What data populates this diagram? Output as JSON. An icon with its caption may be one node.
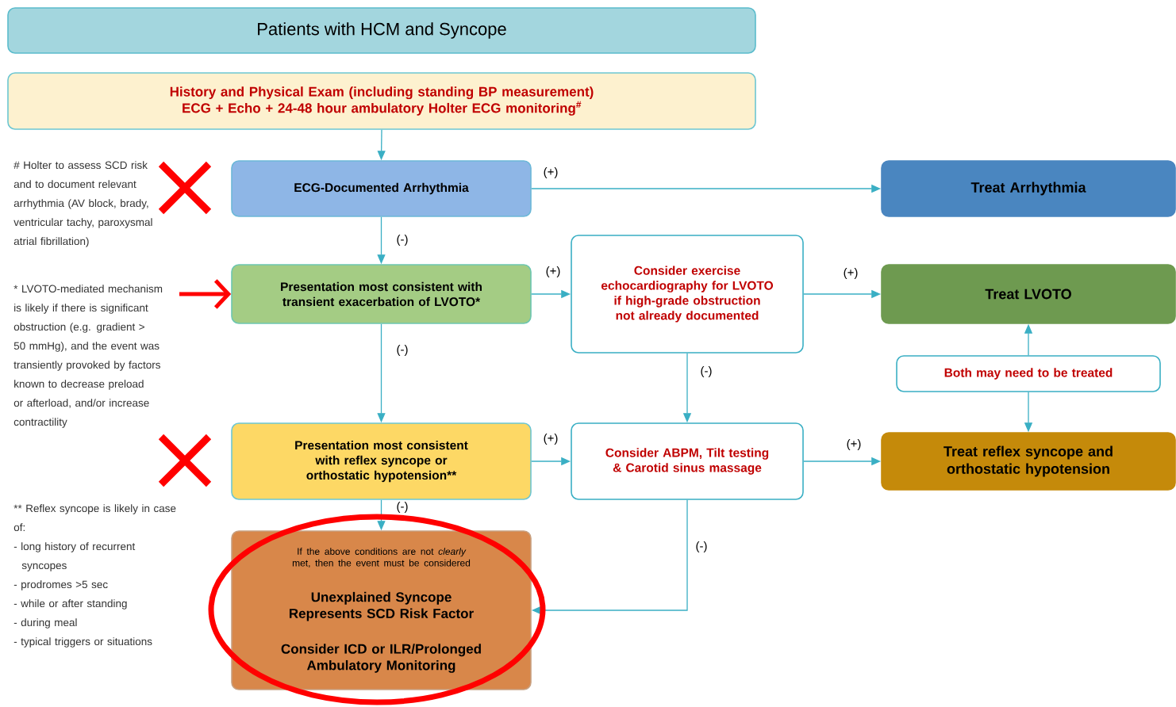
{
  "diagram": {
    "title": "Patients with HCM and Syncope",
    "nodes": [
      {
        "text": [
          "History and Physical Exam (including standing BP measurement) ECG + Echo + 24-48 hour ambulatory Holter ECG monitoring$^{#}$"
        ]
      },
      {
        "text": [
          "ECG-Documented Arrhythmia"
        ]
      },
      {
        "text": [
          "Treat Arrhythmia"
        ]
      },
      {
        "text": [
          "Presentation most consistent with transient exacerbation of LVOTO*"
        ]
      },
      {
        "text": [
          "Consider exercise echocardiography for LVOTO if high-grade obstruction not already documented"
        ]
      },
      {
        "text": [
          "Treat LVOTO"
        ]
      },
      {
        "text": [
          "Both may need to be treated"
        ]
      },
      {
        "text": [
          "Presentation most consistent with reflex syncope or orthostatic hypotension**"
        ]
      },
      {
        "text": [
          "Consider ABPM, Tilt testing & Carotid sinus massage"
        ]
      },
      {
        "text": [
          "Treat reflex syncope and orthostatic hypotension"
        ]
      },
      {
        "text": [
          "If the above conditions are not *clearly* met, then the event must be considered",
          "Unexplained Syncope Represents SCD Risk Factor",
          "Consider ICD or ILR/Prolonged Ambulatory Monitoring"
        ]
      }
    ],
    "edges": [
      {
        "from": 0,
        "to": 1,
        "arrow": "to"
      },
      {
        "from": 1,
        "to": 2,
        "arrow": "to",
        "label": "(+)"
      },
      {
        "from": 1,
        "to": 3,
        "arrow": "to",
        "label": "(-)"
      },
      {
        "from": 3,
        "to": 4,
        "arrow": "to",
        "label": "(+)"
      },
      {
        "from": 4,
        "to": 5,
        "arrow": "to",
        "label": "(+)"
      },
      {
        "from": 3,
        "to": 7,
        "arrow": "to",
        "label": "(-)"
      },
      {
        "from": 4,
        "to": 8,
        "arrow": "to",
        "label": "(-)"
      },
      {
        "from": 7,
        "to": 8,
        "arrow": "to",
        "label": "(+)"
      },
      {
        "from": 8,
        "to": 9,
        "arrow": "to",
        "label": "(+)"
      },
      {
        "from": 7,
        "to": 10,
        "arrow": "to",
        "label": "(-)"
      },
      {
        "from": 8,
        "to": 10,
        "arrow": "to",
        "label": "(-)"
      },
      {
        "from": 6,
        "to": 5,
        "arrow": "to"
      },
      {
        "from": 6,
        "to": 9,
        "arrow": "to"
      },
      {
        "from": null,
        "to": 3,
        "arrow": "to",
        "style": "thick",
        "color": "#ff0000"
      }
    ],
    "labels": [
      "# Holter to assess SCD risk and to document relevant arrhythmia (AV block, brady, ventricular tachy, paroxysmal atrial fibrillation)",
      "* LVOTO-mediated mechanism is likely if there is significant obstruction (e.g. gradient > 50 mmHg), and the event was transiently provoked by factors known to decrease preload or afterload, and/or increase contractility",
      "** Reflex syncope is likely in case of:",
      "- long history of recurrent syncopes",
      "- prodromes >5 sec",
      "- while or after standing",
      "- during meal",
      "- typical triggers or situations"
    ]
  }
}
